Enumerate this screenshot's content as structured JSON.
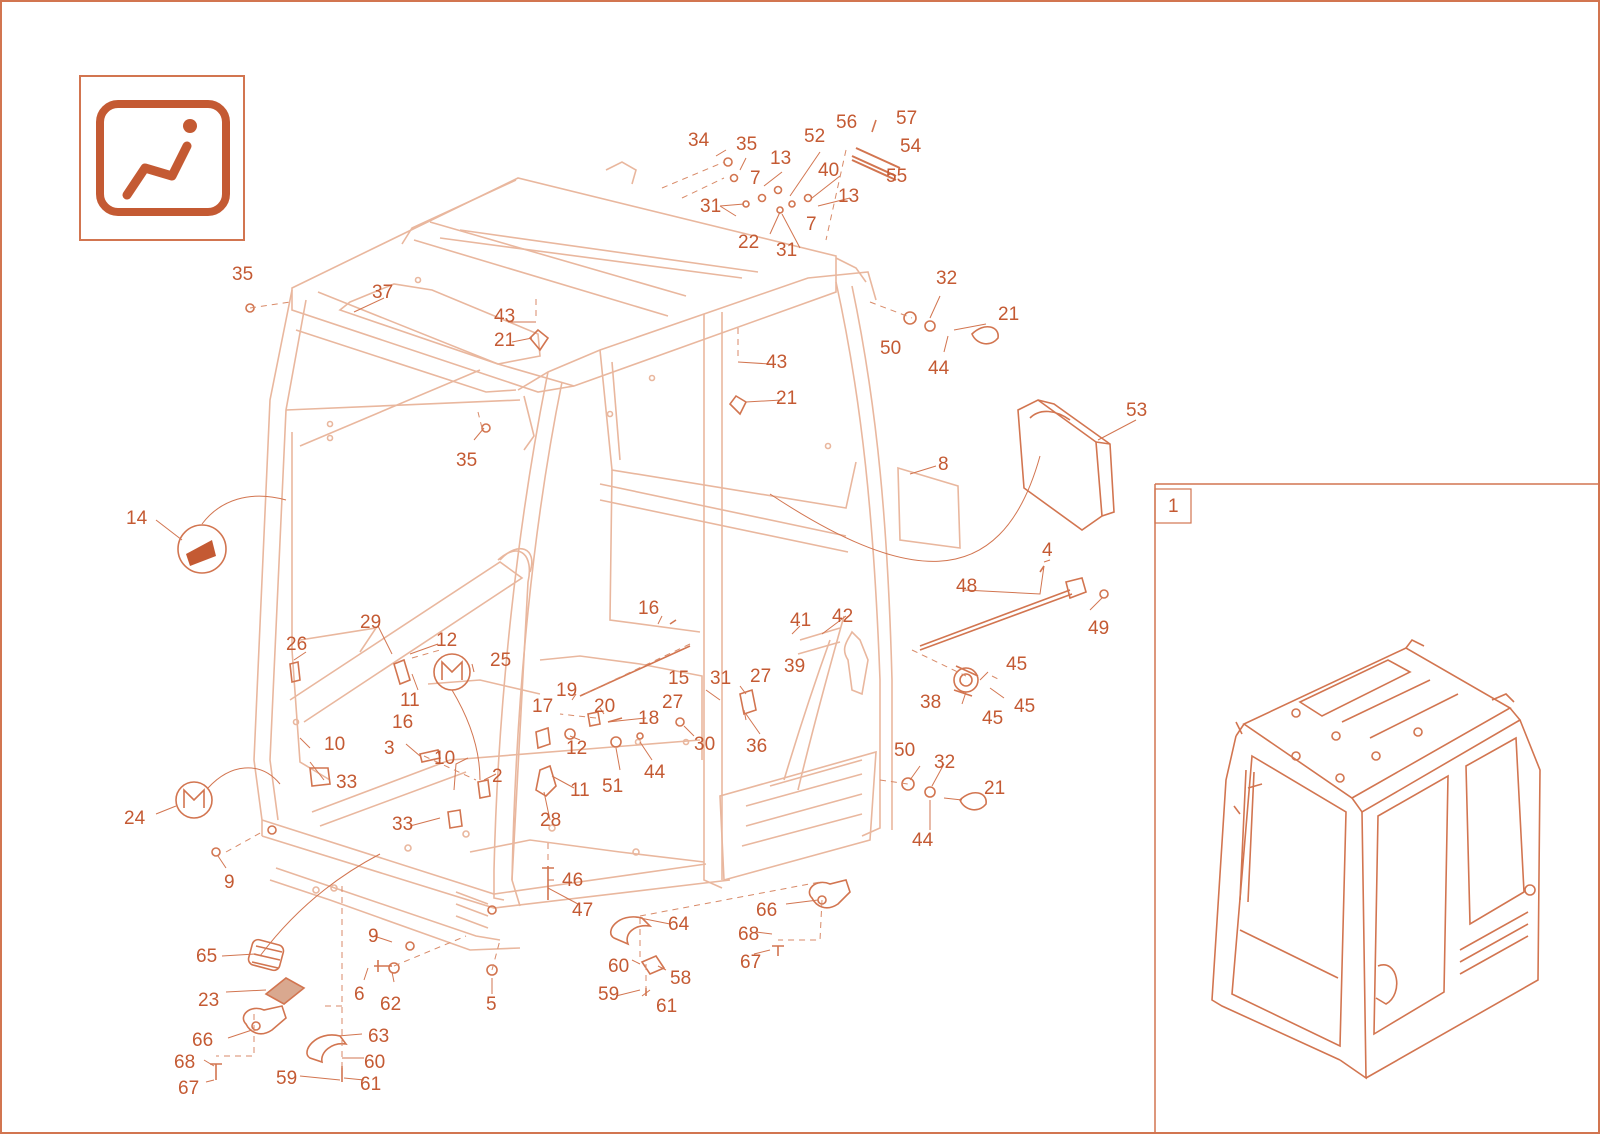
{
  "colors": {
    "accent": "#c45a33",
    "line_light": "#e9b79e",
    "line_dark": "#d27550",
    "background": "#ffffff"
  },
  "icons": {
    "category": "operator-seat-icon"
  },
  "inset": {
    "number": "1"
  },
  "callouts": [
    {
      "id": "c34",
      "label": "34"
    },
    {
      "id": "c35a",
      "label": "35"
    },
    {
      "id": "c13a",
      "label": "13"
    },
    {
      "id": "c52",
      "label": "52"
    },
    {
      "id": "c56",
      "label": "56"
    },
    {
      "id": "c57",
      "label": "57"
    },
    {
      "id": "c54",
      "label": "54"
    },
    {
      "id": "c55",
      "label": "55"
    },
    {
      "id": "c40",
      "label": "40"
    },
    {
      "id": "c13b",
      "label": "13"
    },
    {
      "id": "c7a",
      "label": "7"
    },
    {
      "id": "c31a",
      "label": "31"
    },
    {
      "id": "c7b",
      "label": "7"
    },
    {
      "id": "c22",
      "label": "22"
    },
    {
      "id": "c31b",
      "label": "31"
    },
    {
      "id": "c35b",
      "label": "35"
    },
    {
      "id": "c37",
      "label": "37"
    },
    {
      "id": "c43a",
      "label": "43"
    },
    {
      "id": "c21a",
      "label": "21"
    },
    {
      "id": "c32a",
      "label": "32"
    },
    {
      "id": "c21b",
      "label": "21"
    },
    {
      "id": "c50a",
      "label": "50"
    },
    {
      "id": "c44a",
      "label": "44"
    },
    {
      "id": "c43b",
      "label": "43"
    },
    {
      "id": "c21c",
      "label": "21"
    },
    {
      "id": "c53",
      "label": "53"
    },
    {
      "id": "c35c",
      "label": "35"
    },
    {
      "id": "c8",
      "label": "8"
    },
    {
      "id": "c14",
      "label": "14"
    },
    {
      "id": "c4",
      "label": "4"
    },
    {
      "id": "c48",
      "label": "48"
    },
    {
      "id": "c49",
      "label": "49"
    },
    {
      "id": "c16a",
      "label": "16"
    },
    {
      "id": "c41",
      "label": "41"
    },
    {
      "id": "c42",
      "label": "42"
    },
    {
      "id": "c29",
      "label": "29"
    },
    {
      "id": "c26",
      "label": "26"
    },
    {
      "id": "c12a",
      "label": "12"
    },
    {
      "id": "c25",
      "label": "25"
    },
    {
      "id": "c11a",
      "label": "11"
    },
    {
      "id": "c39",
      "label": "39"
    },
    {
      "id": "c15",
      "label": "15"
    },
    {
      "id": "c31c",
      "label": "31"
    },
    {
      "id": "c27a",
      "label": "27"
    },
    {
      "id": "c45a",
      "label": "45"
    },
    {
      "id": "c19",
      "label": "19"
    },
    {
      "id": "c17",
      "label": "17"
    },
    {
      "id": "c20",
      "label": "20"
    },
    {
      "id": "c27b",
      "label": "27"
    },
    {
      "id": "c38",
      "label": "38"
    },
    {
      "id": "c45b",
      "label": "45"
    },
    {
      "id": "c16b",
      "label": "16"
    },
    {
      "id": "c18",
      "label": "18"
    },
    {
      "id": "c45c",
      "label": "45"
    },
    {
      "id": "c10a",
      "label": "10"
    },
    {
      "id": "c3",
      "label": "3"
    },
    {
      "id": "c12b",
      "label": "12"
    },
    {
      "id": "c30",
      "label": "30"
    },
    {
      "id": "c36",
      "label": "36"
    },
    {
      "id": "c50b",
      "label": "50"
    },
    {
      "id": "c32b",
      "label": "32"
    },
    {
      "id": "c10b",
      "label": "10"
    },
    {
      "id": "c2",
      "label": "2"
    },
    {
      "id": "c33a",
      "label": "33"
    },
    {
      "id": "c11b",
      "label": "11"
    },
    {
      "id": "c51",
      "label": "51"
    },
    {
      "id": "c44b",
      "label": "44"
    },
    {
      "id": "c21d",
      "label": "21"
    },
    {
      "id": "c24",
      "label": "24"
    },
    {
      "id": "c33b",
      "label": "33"
    },
    {
      "id": "c28",
      "label": "28"
    },
    {
      "id": "c44c",
      "label": "44"
    },
    {
      "id": "c9a",
      "label": "9"
    },
    {
      "id": "c46",
      "label": "46"
    },
    {
      "id": "c47",
      "label": "47"
    },
    {
      "id": "c66a",
      "label": "66"
    },
    {
      "id": "c64",
      "label": "64"
    },
    {
      "id": "c68a",
      "label": "68"
    },
    {
      "id": "c9b",
      "label": "9"
    },
    {
      "id": "c65",
      "label": "65"
    },
    {
      "id": "c67a",
      "label": "67"
    },
    {
      "id": "c60a",
      "label": "60"
    },
    {
      "id": "c58",
      "label": "58"
    },
    {
      "id": "c6",
      "label": "6"
    },
    {
      "id": "c59a",
      "label": "59"
    },
    {
      "id": "c61a",
      "label": "61"
    },
    {
      "id": "c23",
      "label": "23"
    },
    {
      "id": "c62",
      "label": "62"
    },
    {
      "id": "c5",
      "label": "5"
    },
    {
      "id": "c63",
      "label": "63"
    },
    {
      "id": "c66b",
      "label": "66"
    },
    {
      "id": "c60b",
      "label": "60"
    },
    {
      "id": "c68b",
      "label": "68"
    },
    {
      "id": "c59b",
      "label": "59"
    },
    {
      "id": "c61b",
      "label": "61"
    },
    {
      "id": "c67b",
      "label": "67"
    }
  ]
}
